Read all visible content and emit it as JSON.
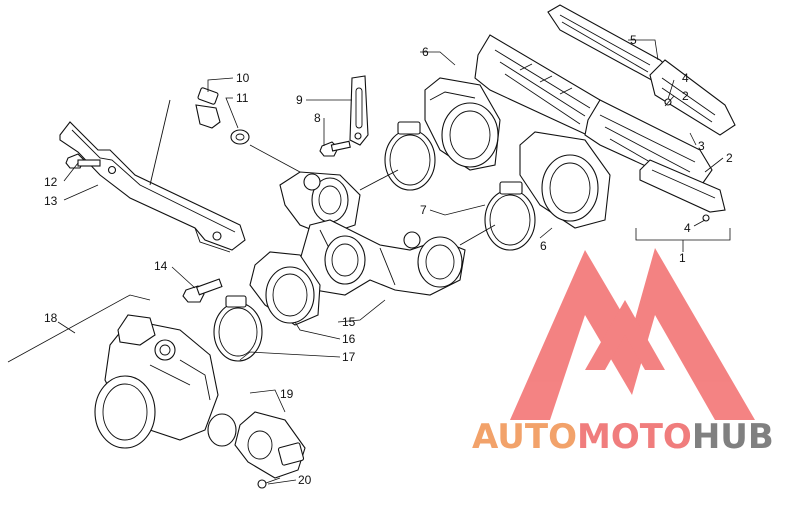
{
  "diagram": {
    "callouts": [
      {
        "id": "c10",
        "label": "10"
      },
      {
        "id": "c11",
        "label": "11"
      },
      {
        "id": "c12",
        "label": "12"
      },
      {
        "id": "c13",
        "label": "13"
      },
      {
        "id": "c9",
        "label": "9"
      },
      {
        "id": "c8",
        "label": "8"
      },
      {
        "id": "c6a",
        "label": "6"
      },
      {
        "id": "c5",
        "label": "5"
      },
      {
        "id": "c4a",
        "label": "4"
      },
      {
        "id": "c2a",
        "label": "2"
      },
      {
        "id": "c3",
        "label": "3"
      },
      {
        "id": "c2b",
        "label": "2"
      },
      {
        "id": "c4b",
        "label": "4"
      },
      {
        "id": "c1",
        "label": "1"
      },
      {
        "id": "c7",
        "label": "7"
      },
      {
        "id": "c6b",
        "label": "6"
      },
      {
        "id": "c14",
        "label": "14"
      },
      {
        "id": "c15",
        "label": "15"
      },
      {
        "id": "c16",
        "label": "16"
      },
      {
        "id": "c17",
        "label": "17"
      },
      {
        "id": "c18",
        "label": "18"
      },
      {
        "id": "c19",
        "label": "19"
      },
      {
        "id": "c20",
        "label": "20"
      }
    ]
  },
  "watermark": {
    "part1": "AUTO",
    "part2": "MOTO",
    "part3": "HUB",
    "color_primary": "#f2a26a",
    "color_secondary": "#f07d7d",
    "color_hub": "#808080",
    "logo_color": "#f26d6d"
  }
}
